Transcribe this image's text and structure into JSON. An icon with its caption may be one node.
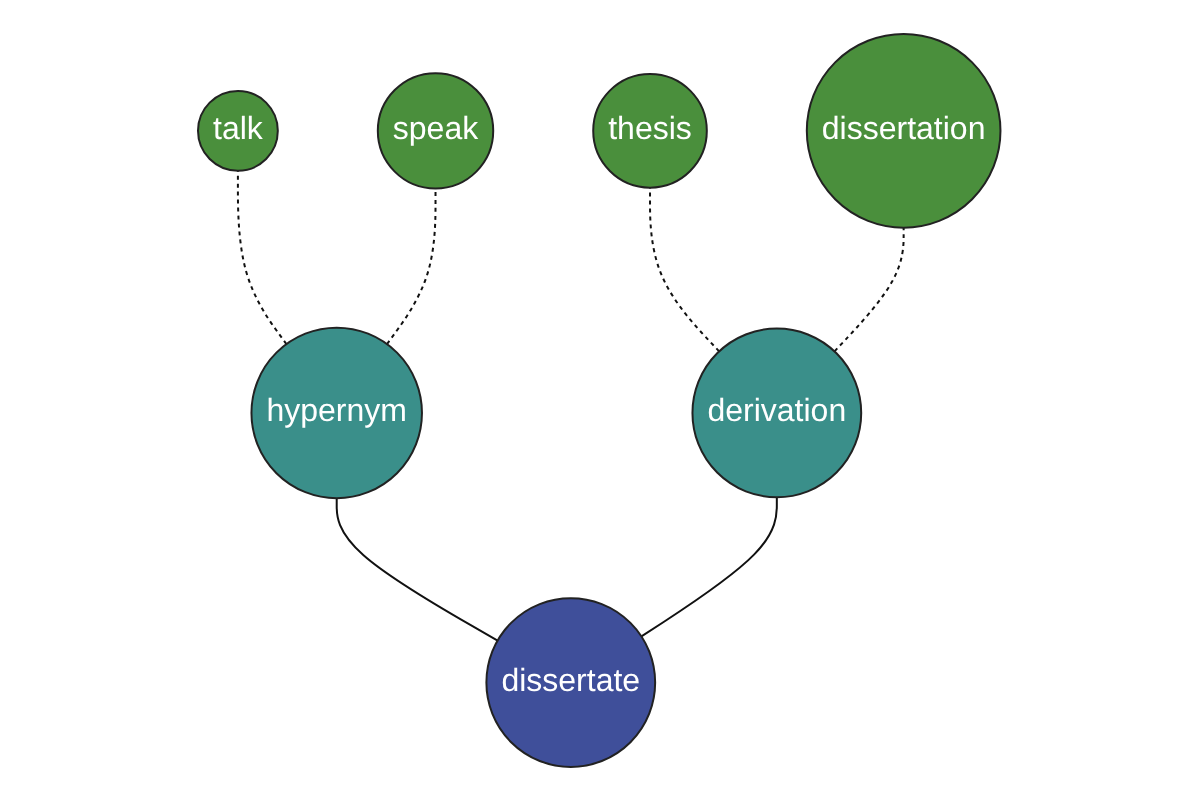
{
  "diagram": {
    "nodes": [
      {
        "text": [
          "talk"
        ]
      },
      {
        "text": [
          "speak"
        ]
      },
      {
        "text": [
          "hypernym"
        ]
      },
      {
        "text": [
          "thesis"
        ]
      },
      {
        "text": [
          "derivation"
        ]
      },
      {
        "text": [
          "dissertation"
        ]
      },
      {
        "text": [
          "dissertate"
        ]
      }
    ],
    "edges": [
      {
        "from": 6,
        "to": 2,
        "arrow": "none"
      },
      {
        "from": 6,
        "to": 4,
        "arrow": "none"
      },
      {
        "from": 2,
        "to": 0,
        "arrow": "none",
        "style": "dashed"
      },
      {
        "from": 2,
        "to": 1,
        "arrow": "none",
        "style": "dashed"
      },
      {
        "from": 4,
        "to": 3,
        "arrow": "none",
        "style": "dashed"
      },
      {
        "from": 4,
        "to": 5,
        "arrow": "none",
        "style": "dashed"
      }
    ]
  }
}
